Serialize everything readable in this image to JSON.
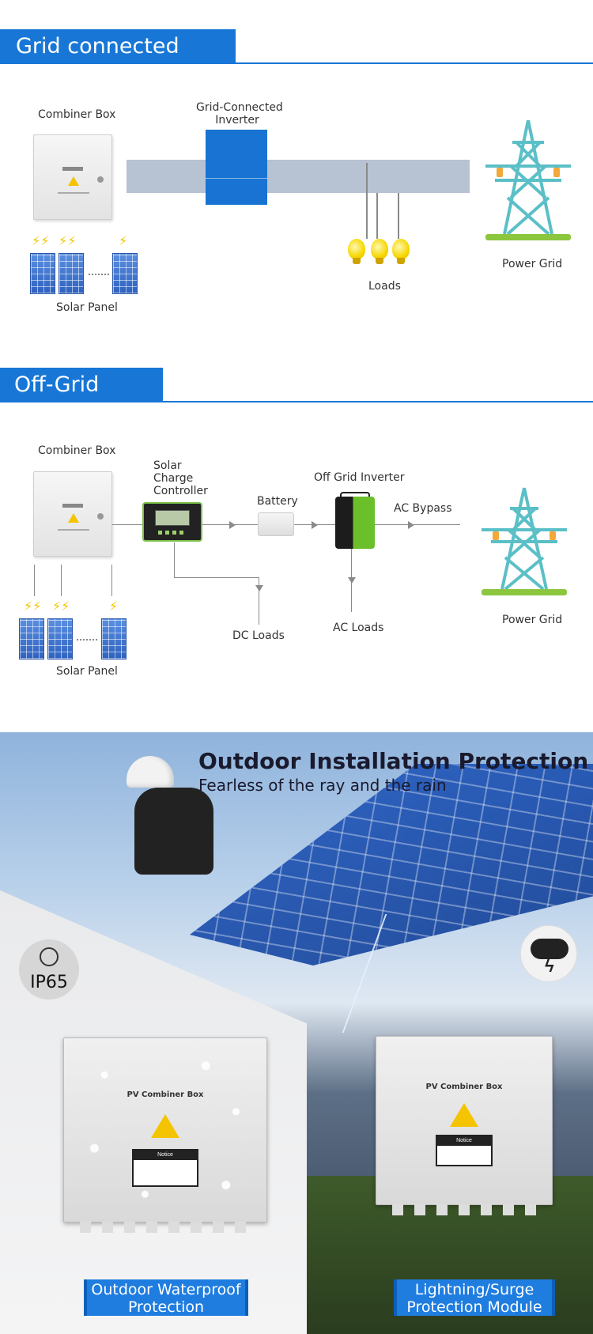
{
  "grid_section": {
    "title": "Grid connected system",
    "combiner_label": "Combiner Box",
    "inverter_label_line1": "Grid-Connected",
    "inverter_label_line2": "Inverter",
    "loads_label": "Loads",
    "solar_label": "Solar Panel",
    "power_grid_label": "Power Grid"
  },
  "offgrid_section": {
    "title": "Off-Grid system",
    "combiner_label": "Combiner Box",
    "controller_label_line1": "Solar",
    "controller_label_line2": "Charge",
    "controller_label_line3": "Controller",
    "battery_label": "Battery",
    "inverter_label": "Off Grid Inverter",
    "ac_bypass_label": "AC Bypass",
    "dc_loads_label": "DC Loads",
    "ac_loads_label": "AC Loads",
    "solar_label": "Solar Panel",
    "power_grid_label": "Power Grid"
  },
  "protection_section": {
    "title": "Outdoor Installation Protection",
    "subtitle": "Fearless of the ray and the rain",
    "ip_badge": "IP65",
    "box_title": "PV Combiner Box",
    "notice_label": "Notice",
    "caption_left_line1": "Outdoor Waterproof",
    "caption_left_line2": "Protection",
    "caption_right_line1": "Lightning/Surge",
    "caption_right_line2": "Protection Module"
  },
  "colors": {
    "accent": "#1877d6",
    "tower": "#5bbfc7",
    "tower_base": "#8cc63f",
    "bulb": "#f6d700"
  }
}
